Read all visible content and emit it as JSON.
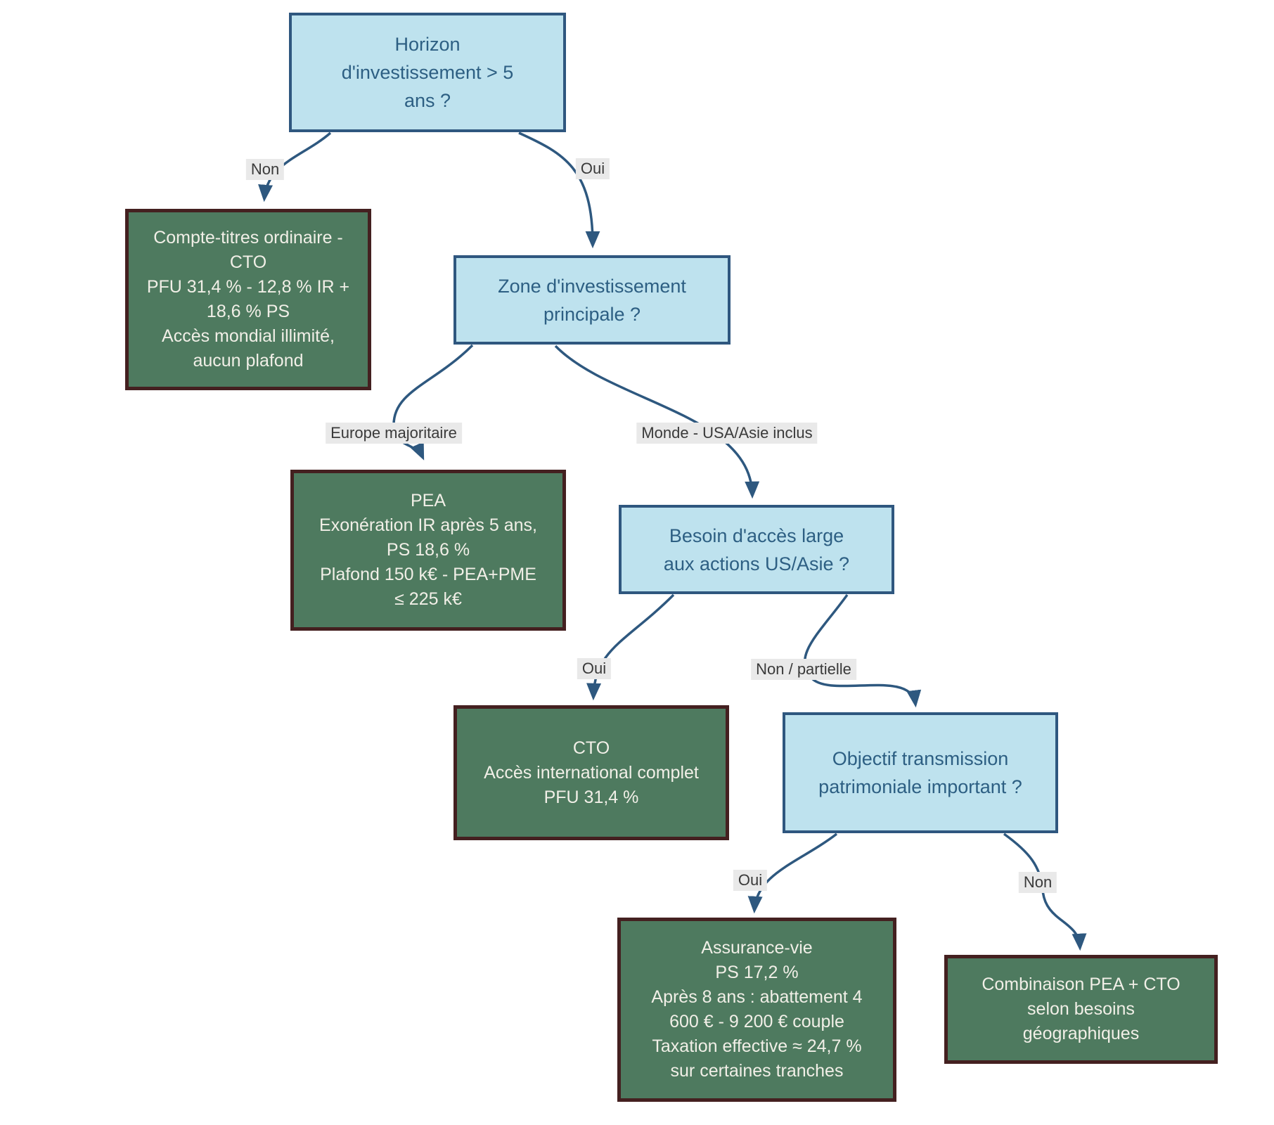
{
  "diagram": {
    "colors": {
      "question_fill": "#bee2ee",
      "question_border": "#2f577f",
      "question_text": "#2d5f83",
      "outcome_fill": "#4e7a5f",
      "outcome_border": "#442020",
      "outcome_text": "#f1efe7",
      "edge_color": "#2e587f",
      "edge_label_bg": "#e9e9e9",
      "edge_label_text": "#3a3a3a"
    },
    "nodes": {
      "q_horizon": {
        "type": "question",
        "lines": [
          "Horizon",
          "d'investissement > 5",
          "ans ?"
        ]
      },
      "r_cto_short": {
        "type": "outcome",
        "lines": [
          "Compte-titres ordinaire -",
          "CTO",
          "PFU 31,4 % - 12,8 % IR +",
          "18,6 % PS",
          "Accès mondial illimité,",
          "aucun plafond"
        ]
      },
      "q_zone": {
        "type": "question",
        "lines": [
          "Zone d'investissement",
          "principale ?"
        ]
      },
      "r_pea": {
        "type": "outcome",
        "lines": [
          "PEA",
          "Exonération IR après 5 ans,",
          "PS 18,6 %",
          "Plafond 150 k€ - PEA+PME",
          "≤ 225 k€"
        ]
      },
      "q_us_asia": {
        "type": "question",
        "lines": [
          "Besoin d'accès large",
          "aux actions US/Asie ?"
        ]
      },
      "r_cto_global": {
        "type": "outcome",
        "lines": [
          "CTO",
          "Accès international complet",
          "PFU 31,4 %"
        ]
      },
      "q_transmission": {
        "type": "question",
        "lines": [
          "Objectif transmission",
          "patrimoniale important ?"
        ]
      },
      "r_assurance_vie": {
        "type": "outcome",
        "lines": [
          "Assurance-vie",
          "PS 17,2 %",
          "Après 8 ans : abattement 4",
          "600 € - 9 200 € couple",
          "Taxation effective ≈ 24,7 %",
          "sur certaines tranches"
        ]
      },
      "r_combo": {
        "type": "outcome",
        "lines": [
          "Combinaison PEA + CTO",
          "selon besoins",
          "géographiques"
        ]
      }
    },
    "edge_labels": {
      "non1": "Non",
      "oui1": "Oui",
      "europe": "Europe majoritaire",
      "monde": "Monde - USA/Asie inclus",
      "oui2": "Oui",
      "non_partielle": "Non / partielle",
      "oui3": "Oui",
      "non2": "Non"
    }
  }
}
